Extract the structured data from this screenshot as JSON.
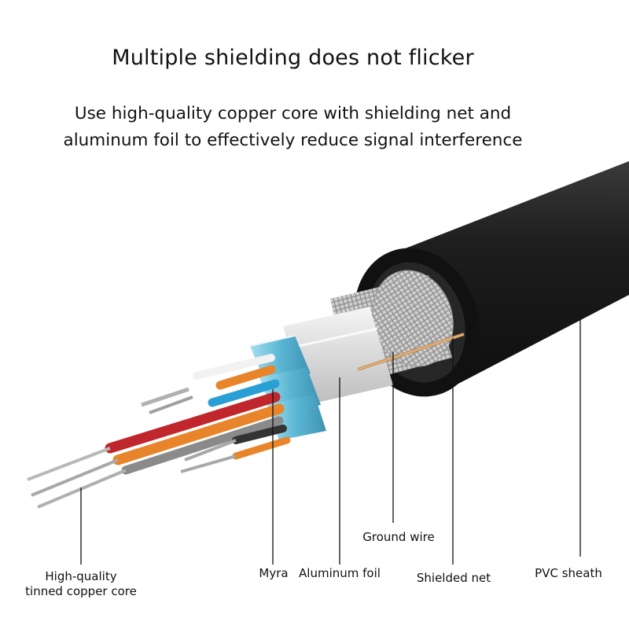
{
  "title": "Multiple shielding does not flicker",
  "subtitle": {
    "line1": "Use high-quality copper core with shielding net and",
    "line2": "aluminum foil to effectively reduce signal interference"
  },
  "labels": {
    "copper_core_line1": "High-quality",
    "copper_core_line2": "tinned copper core",
    "myra": "Myra",
    "aluminum_foil": "Aluminum foil",
    "ground_wire": "Ground wire",
    "shielded_net": "Shielded net",
    "pvc_sheath": "PVC sheath"
  },
  "colors": {
    "sheath": "#1c1c1c",
    "shield_net": "#c8c8c8",
    "foil": "#e4e4e4",
    "myra_band": "#6fc3dc",
    "wire_red": "#c0272d",
    "wire_orange": "#e8852a",
    "wire_blue": "#2a9fd6",
    "wire_white": "#f2f2f2",
    "wire_gray": "#8a8a8a",
    "wire_black": "#333333",
    "ground_wire": "#c8925a"
  }
}
